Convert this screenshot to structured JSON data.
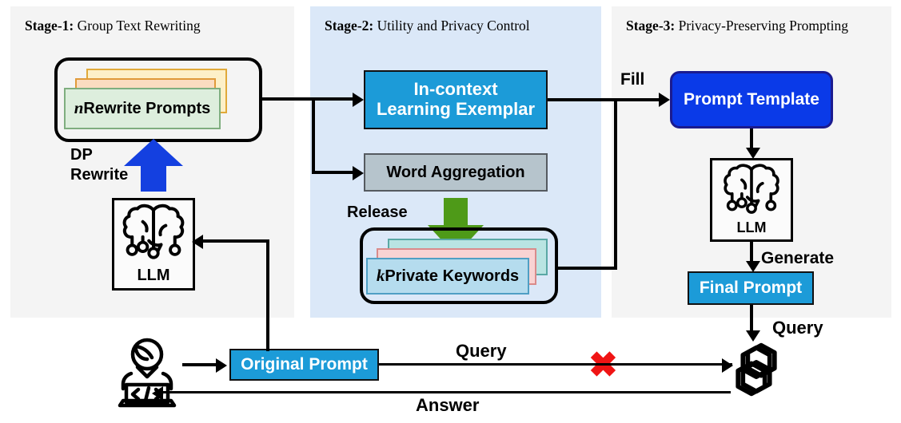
{
  "diagram": {
    "title": "Privacy-preserving LLM prompting pipeline",
    "stages": [
      {
        "id": "stage-1",
        "prefix": "Stage-1:",
        "name": " Group Text Rewriting"
      },
      {
        "id": "stage-2",
        "prefix": "Stage-2:",
        "name": " Utility and Privacy Control"
      },
      {
        "id": "stage-3",
        "prefix": "Stage-3:",
        "name": " Privacy-Preserving Prompting"
      }
    ],
    "nodes": {
      "rewrite_prompts": {
        "symbol": "n",
        "label": " Rewrite Prompts"
      },
      "llm_left": {
        "label": "LLM"
      },
      "llm_right": {
        "label": "LLM"
      },
      "exemplar_line1": "In-context",
      "exemplar_line2": "Learning Exemplar",
      "word_aggregation": "Word Aggregation",
      "private_keywords": {
        "symbol": "k",
        "label": " Private Keywords"
      },
      "prompt_template": "Prompt Template",
      "final_prompt": "Final Prompt",
      "original_prompt": "Original Prompt"
    },
    "edge_labels": {
      "dp_rewrite_line1": "DP",
      "dp_rewrite_line2": "Rewrite",
      "release": "Release",
      "fill": "Fill",
      "generate": "Generate",
      "query_bottom": "Query",
      "query_right": "Query",
      "answer": "Answer",
      "blocked_mark": "×"
    },
    "icons": {
      "user": "developer-with-laptop-icon",
      "llm": "brain-neural-network-icon",
      "chatgpt": "openai-logo-icon",
      "blocked": "red-cross-icon",
      "dp_arrow": "blue-up-arrow-icon",
      "release_arrow": "green-down-arrow-icon"
    },
    "colors": {
      "panel_gray": "#f4f4f4",
      "panel_blue": "#dbe8f8",
      "cyan_box": "#1c9bd8",
      "deep_blue_box": "#0a3ae8",
      "gray_box": "#b6c4cc",
      "dp_arrow_blue": "#1440e0",
      "release_arrow_green": "#4e9a18",
      "blocked_red": "#f01414",
      "card_yellow": "#fdf0c8",
      "card_peach": "#fbdcc0",
      "card_green": "#ddeedd",
      "card_cyan": "#b9e4e2",
      "card_pink": "#f8d3d3",
      "card_blue": "#b5dcee"
    }
  }
}
